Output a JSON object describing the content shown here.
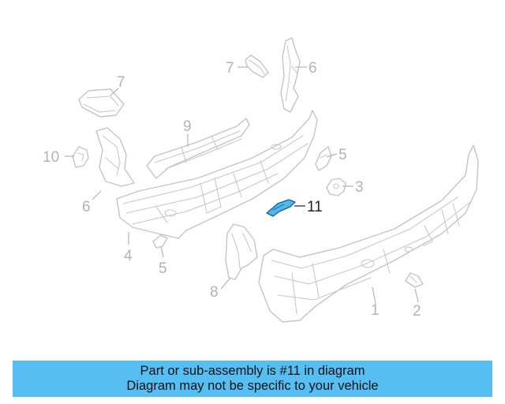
{
  "diagram": {
    "callouts": [
      {
        "id": "1",
        "label": "1"
      },
      {
        "id": "2",
        "label": "2"
      },
      {
        "id": "3",
        "label": "3"
      },
      {
        "id": "4",
        "label": "4"
      },
      {
        "id": "5a",
        "label": "5"
      },
      {
        "id": "5b",
        "label": "5"
      },
      {
        "id": "6a",
        "label": "6"
      },
      {
        "id": "6b",
        "label": "6"
      },
      {
        "id": "7a",
        "label": "7"
      },
      {
        "id": "7b",
        "label": "7"
      },
      {
        "id": "8",
        "label": "8"
      },
      {
        "id": "9",
        "label": "9"
      },
      {
        "id": "10",
        "label": "10"
      },
      {
        "id": "11",
        "label": "11"
      }
    ],
    "highlighted_part": "11",
    "colors": {
      "highlight_fill": "#4bb8ee",
      "line_gray": "#c4c4c4",
      "banner_bg": "#55bff3"
    }
  },
  "banner": {
    "line1": "Part or sub-assembly is #11 in diagram",
    "line2": "Diagram may not be specific to your vehicle"
  }
}
